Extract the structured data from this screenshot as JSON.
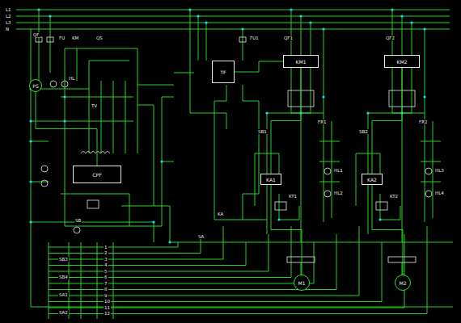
{
  "diagram": {
    "nodes": [
      {
        "text": [
          "PS"
        ]
      },
      {
        "text": [
          "TF"
        ]
      },
      {
        "text": [
          "CPF"
        ]
      },
      {
        "text": [
          "KM1"
        ]
      },
      {
        "text": [
          "KM2"
        ]
      },
      {
        "text": [
          "M1"
        ]
      },
      {
        "text": [
          "M2"
        ]
      },
      {
        "text": [
          "KA1"
        ]
      },
      {
        "text": [
          "KA2"
        ]
      }
    ],
    "edges": [
      {
        "from": 0,
        "to": 2,
        "arrow": "none"
      },
      {
        "from": 1,
        "to": 3,
        "arrow": "none"
      },
      {
        "from": 3,
        "to": 7,
        "arrow": "none"
      },
      {
        "from": 4,
        "to": 8,
        "arrow": "none"
      },
      {
        "from": 7,
        "to": 5,
        "arrow": "none"
      },
      {
        "from": 8,
        "to": 6,
        "arrow": "none"
      }
    ],
    "labels": [
      "L1",
      "L2",
      "L3",
      "N",
      "QF",
      "KM",
      "QS",
      "TV",
      "HL",
      "FU",
      "SB",
      "FU1",
      "QF1",
      "QF2",
      "FR1",
      "FR2",
      "SB1",
      "SB2",
      "HL1",
      "HL2",
      "HL3",
      "HL4",
      "KT1",
      "KT2",
      "SA",
      "KA",
      "1",
      "2",
      "3",
      "4",
      "5",
      "6",
      "7",
      "8",
      "9",
      "10",
      "11",
      "12",
      "SB3",
      "SB4",
      "SA1",
      "SA2"
    ]
  }
}
